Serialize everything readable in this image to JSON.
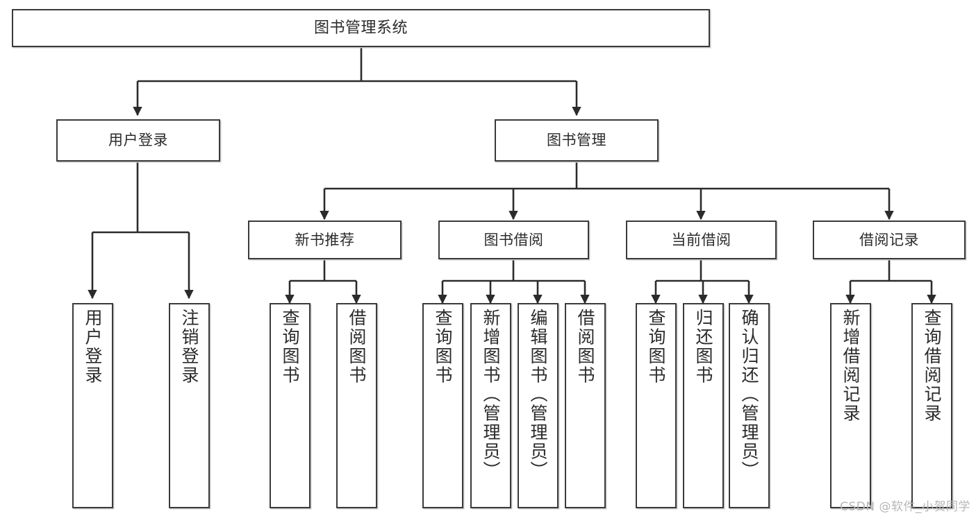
{
  "diagram": {
    "type": "tree-hierarchy-chart",
    "title": "图书管理系统",
    "colors": {
      "box_stroke": "#3a3a3a",
      "box_fill": "#ffffff",
      "connector": "#2b2b2b",
      "text": "#2b2b2b",
      "watermark": "#b6b6b6",
      "background": "#ffffff"
    },
    "levels": {
      "root": {
        "label": "图书管理系统"
      },
      "level2": [
        {
          "id": "user-login",
          "label": "用户登录"
        },
        {
          "id": "book-management",
          "label": "图书管理"
        }
      ],
      "level3": [
        {
          "id": "new-book-recommend",
          "label": "新书推荐",
          "parent": "book-management"
        },
        {
          "id": "book-borrow",
          "label": "图书借阅",
          "parent": "book-management"
        },
        {
          "id": "current-borrow",
          "label": "当前借阅",
          "parent": "book-management"
        },
        {
          "id": "borrow-record",
          "label": "借阅记录",
          "parent": "book-management"
        }
      ],
      "leaves": [
        {
          "id": "leaf-user-login",
          "label": "用户登录",
          "parent": "user-login"
        },
        {
          "id": "leaf-logout-login",
          "label": "注销登录",
          "parent": "user-login"
        },
        {
          "id": "leaf-query-book-1",
          "label": "查询图书",
          "parent": "new-book-recommend"
        },
        {
          "id": "leaf-borrow-book-1",
          "label": "借阅图书",
          "parent": "new-book-recommend"
        },
        {
          "id": "leaf-query-book-2",
          "label": "查询图书",
          "parent": "book-borrow"
        },
        {
          "id": "leaf-add-book",
          "label": "新增图书（管理员）",
          "parent": "book-borrow"
        },
        {
          "id": "leaf-edit-book",
          "label": "编辑图书（管理员）",
          "parent": "book-borrow"
        },
        {
          "id": "leaf-borrow-book-2",
          "label": "借阅图书",
          "parent": "book-borrow"
        },
        {
          "id": "leaf-query-book-3",
          "label": "查询图书",
          "parent": "current-borrow"
        },
        {
          "id": "leaf-return-book",
          "label": "归还图书",
          "parent": "current-borrow"
        },
        {
          "id": "leaf-confirm-return",
          "label": "确认归还（管理员）",
          "parent": "current-borrow"
        },
        {
          "id": "leaf-add-record",
          "label": "新增借阅记录",
          "parent": "borrow-record"
        },
        {
          "id": "leaf-query-record",
          "label": "查询借阅记录",
          "parent": "borrow-record"
        }
      ]
    },
    "watermark": "CSDN @软件_小贺同学"
  }
}
